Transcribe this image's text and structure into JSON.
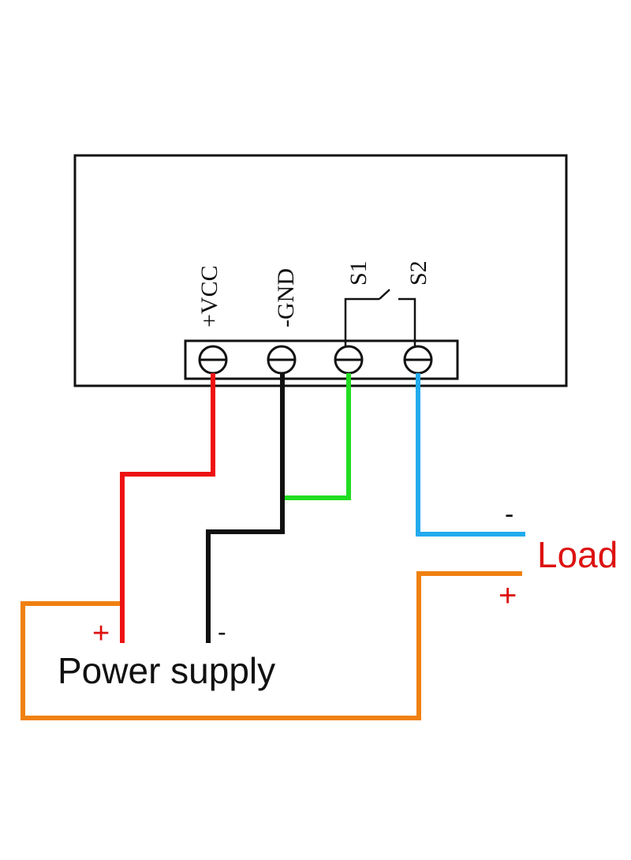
{
  "terminals": {
    "vcc": "+VCC",
    "gnd": "-GND",
    "s1": "S1",
    "s2": "S2"
  },
  "load": {
    "label": "Load",
    "minus": "-",
    "plus": "+"
  },
  "power_supply": {
    "label": "Power supply",
    "plus": "+",
    "minus": "-"
  },
  "colors": {
    "vcc_wire": "#ee1111",
    "gnd_wire": "#111111",
    "s1_wire": "#22dd22",
    "s2_wire": "#22aaee",
    "load_wire": "#f08010",
    "red_label": "#dd1111"
  }
}
